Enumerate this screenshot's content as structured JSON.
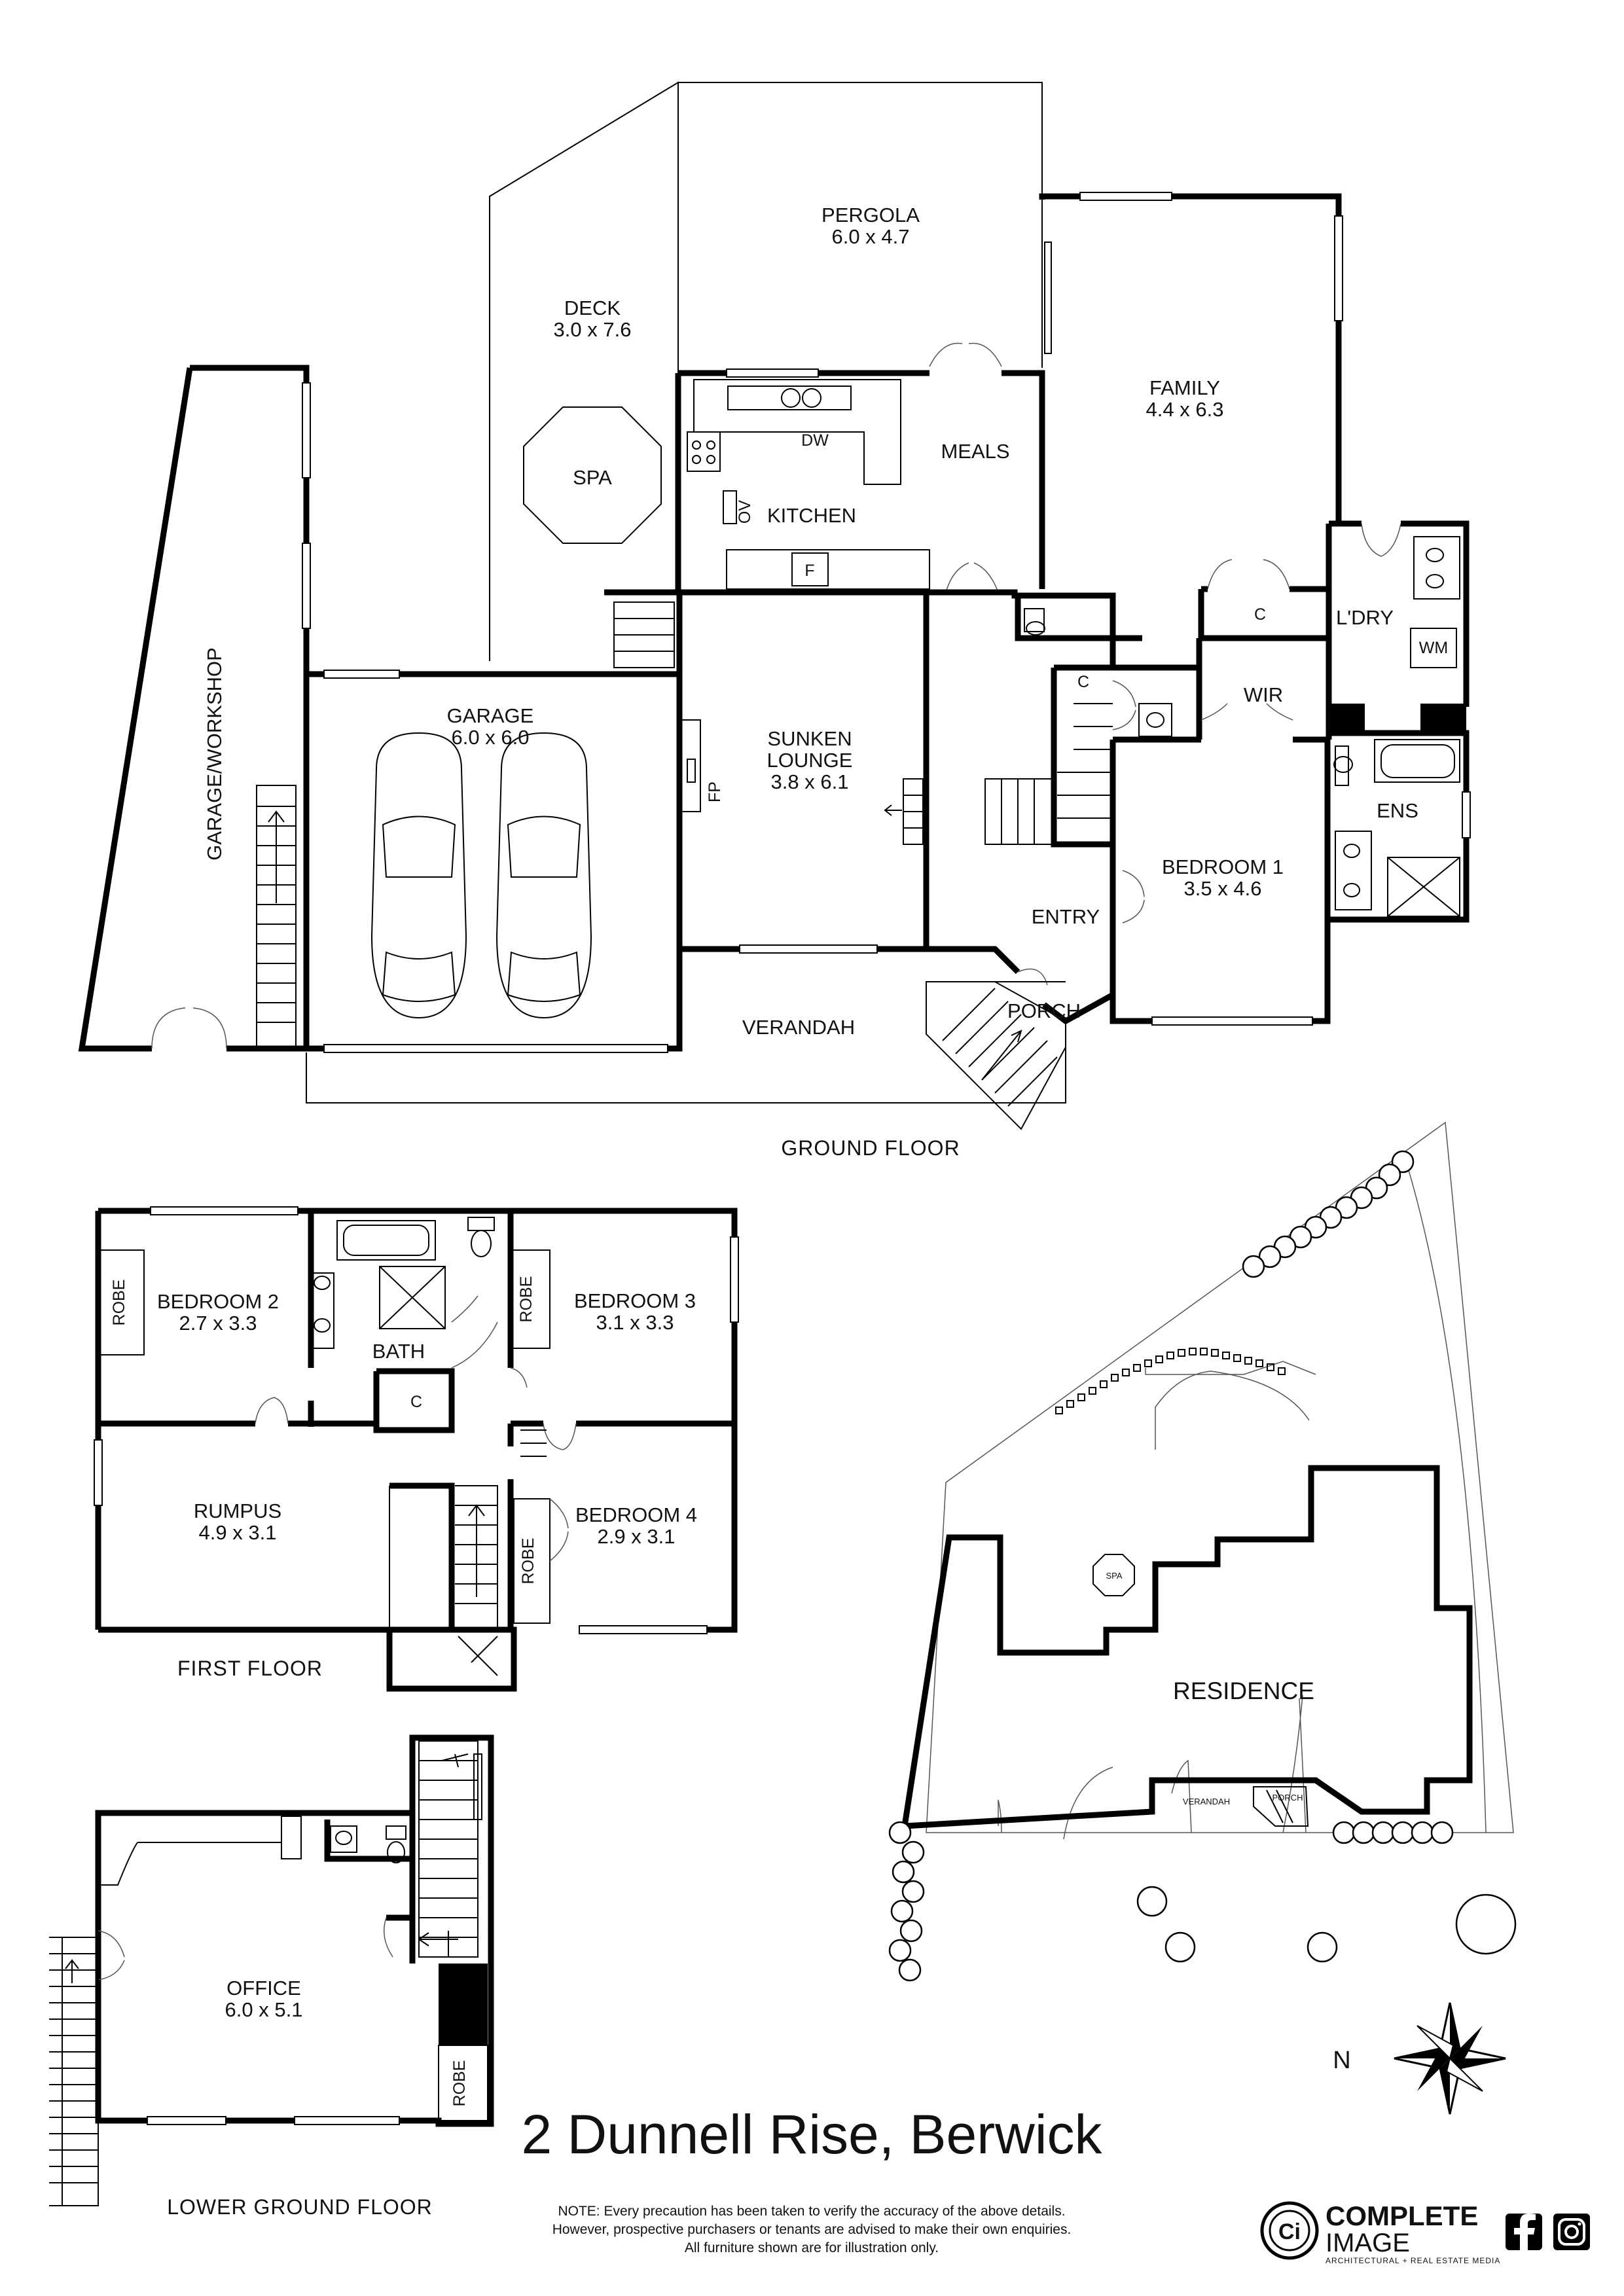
{
  "address": "2 Dunnell Rise, Berwick",
  "note": {
    "line1": "NOTE: Every precaution has been taken to verify the accuracy of the above details.",
    "line2": "However, prospective purchasers or tenants are advised to make their own enquiries.",
    "line3": "All furniture shown are for illustration only."
  },
  "logo": {
    "line1": "COMPLETE",
    "line2": "IMAGE",
    "tagline": "ARCHITECTURAL + REAL ESTATE MEDIA",
    "mark": "Ci"
  },
  "compass_label": "N",
  "social_icons": [
    "facebook-icon",
    "instagram-icon"
  ],
  "ground_floor": {
    "label": "GROUND FLOOR",
    "rooms": {
      "pergola": {
        "name": "PERGOLA",
        "size": "6.0 x 4.7"
      },
      "deck": {
        "name": "DECK",
        "size": "3.0 x 7.6"
      },
      "spa": {
        "name": "SPA"
      },
      "family": {
        "name": "FAMILY",
        "size": "4.4 x 6.3"
      },
      "meals": {
        "name": "MEALS"
      },
      "kitchen": {
        "name": "KITCHEN",
        "dw": "DW",
        "ov": "OV",
        "f": "F"
      },
      "laundry": {
        "name": "L'DRY",
        "wm": "WM"
      },
      "cupboard_family": {
        "name": "C"
      },
      "cupboard_stair": {
        "name": "C"
      },
      "wir": {
        "name": "WIR"
      },
      "garage": {
        "name": "GARAGE",
        "size": "6.0 x 6.0"
      },
      "garage_workshop": {
        "name": "GARAGE/WORKSHOP"
      },
      "sunken_lounge": {
        "name": "SUNKEN",
        "name2": "LOUNGE",
        "size": "3.8 x 6.1",
        "fp": "FP"
      },
      "ens": {
        "name": "ENS"
      },
      "bedroom1": {
        "name": "BEDROOM 1",
        "size": "3.5 x 4.6"
      },
      "entry": {
        "name": "ENTRY"
      },
      "porch": {
        "name": "PORCH"
      },
      "verandah": {
        "name": "VERANDAH"
      }
    }
  },
  "first_floor": {
    "label": "FIRST FLOOR",
    "rooms": {
      "bedroom2": {
        "name": "BEDROOM 2",
        "size": "2.7 x 3.3",
        "robe": "ROBE"
      },
      "bath": {
        "name": "BATH"
      },
      "cupboard": {
        "name": "C"
      },
      "bedroom3": {
        "name": "BEDROOM 3",
        "size": "3.1 x 3.3",
        "robe": "ROBE"
      },
      "rumpus": {
        "name": "RUMPUS",
        "size": "4.9 x 3.1"
      },
      "bedroom4": {
        "name": "BEDROOM 4",
        "size": "2.9 x 3.1",
        "robe": "ROBE"
      }
    }
  },
  "lower_ground_floor": {
    "label": "LOWER GROUND FLOOR",
    "rooms": {
      "office": {
        "name": "OFFICE",
        "size": "6.0 x 5.1",
        "robe": "ROBE"
      }
    }
  },
  "site_plan": {
    "residence": "RESIDENCE",
    "spa": "SPA",
    "verandah": "VERANDAH",
    "porch": "PORCH"
  }
}
